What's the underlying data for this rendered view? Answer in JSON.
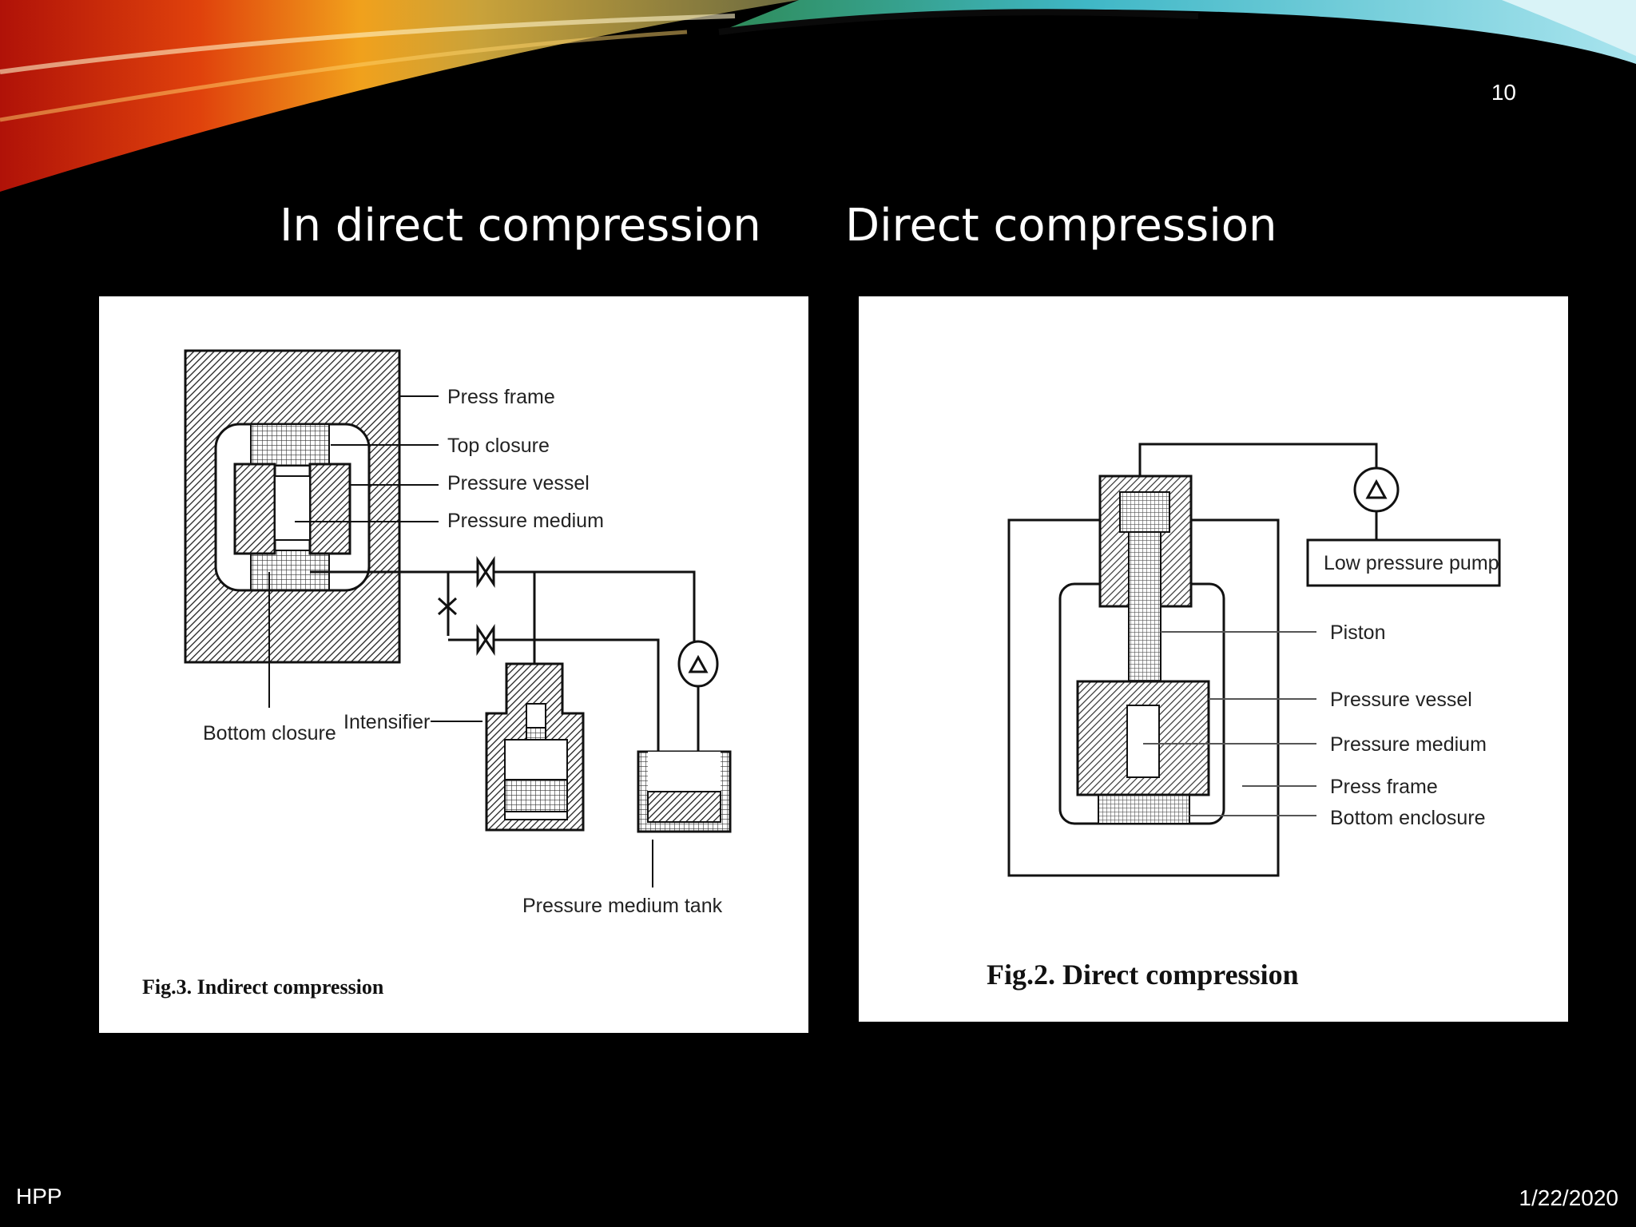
{
  "slide": {
    "number": "10",
    "footer_left": "HPP",
    "footer_right": "1/22/2020"
  },
  "headings": {
    "left": "In direct compression",
    "right": "Direct compression"
  },
  "figure_left": {
    "caption": "Fig.3. Indirect compression",
    "labels": {
      "press_frame": "Press frame",
      "top_closure": "Top closure",
      "pressure_vessel": "Pressure vessel",
      "pressure_medium": "Pressure medium",
      "bottom_closure": "Bottom closure",
      "intensifier": "Intensifier",
      "pressure_medium_tank": "Pressure medium tank"
    }
  },
  "figure_right": {
    "caption": "Fig.2. Direct compression",
    "labels": {
      "low_pressure_pump": "Low pressure pump",
      "piston": "Piston",
      "pressure_vessel": "Pressure vessel",
      "pressure_medium": "Pressure medium",
      "press_frame": "Press frame",
      "bottom_enclosure": "Bottom enclosure"
    }
  }
}
